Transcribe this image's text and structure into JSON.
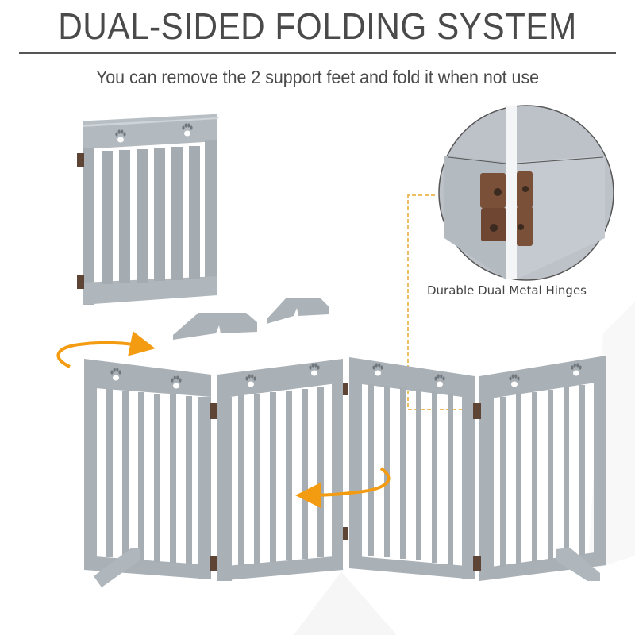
{
  "header": {
    "title": "DUAL-SIDED FOLDING SYSTEM",
    "subtitle": "You can remove the 2 support feet and fold it when not use"
  },
  "callout": {
    "hinge_label": "Durable Dual Metal Hinges"
  },
  "product": {
    "name": "folding pet gate",
    "panels": 4,
    "support_feet": 2,
    "icons": [
      "paw-print-icon",
      "rotate-arrow-icon",
      "hinge-icon"
    ]
  },
  "colors": {
    "gate": "#a9b0b6",
    "gate_light": "#bfc5ca",
    "gate_dark": "#8f979d",
    "hinge": "#6b4a35",
    "accent_arrow": "#f39c12",
    "dashed_line": "#e8a830",
    "text": "#4a4a4a"
  }
}
